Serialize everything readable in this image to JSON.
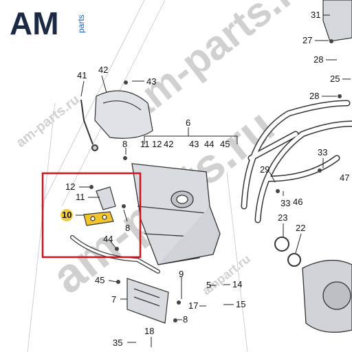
{
  "logo": {
    "brand": "AM",
    "suffix": "parts"
  },
  "watermarks": [
    "am-parts.ru",
    "am-parts.ru",
    "ampart.ru",
    "am-parts.ru"
  ],
  "colors": {
    "highlight_frame": "#d4101a",
    "highlight_part": "#f2c52b",
    "brand_dark": "#1b2a44",
    "brand_blue": "#1f5fbf"
  },
  "callouts": [
    "41",
    "42",
    "43",
    "6",
    "11",
    "12",
    "42",
    "43",
    "44",
    "45",
    "8",
    "12",
    "11",
    "10",
    "8",
    "44",
    "45",
    "7",
    "9",
    "8",
    "17",
    "18",
    "14",
    "15",
    "35",
    "31",
    "27",
    "28",
    "25",
    "28",
    "33",
    "29",
    "33",
    "46",
    "47",
    "23",
    "22",
    "5"
  ],
  "highlighted": "10"
}
